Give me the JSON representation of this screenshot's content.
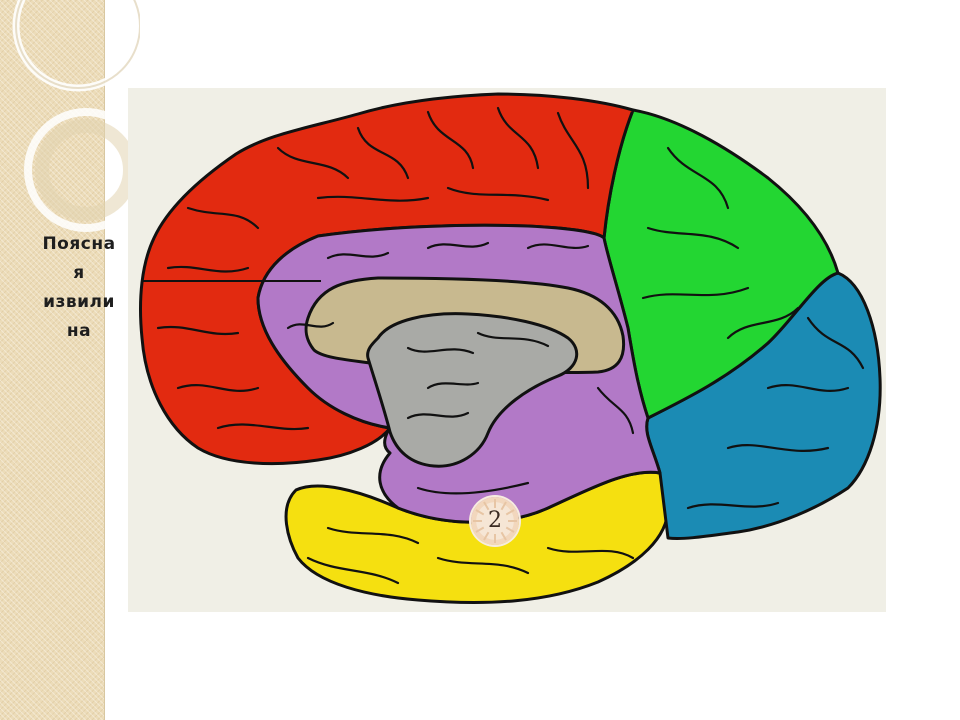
{
  "annotation": {
    "lines": [
      "Поясна",
      "я",
      "извили",
      "на"
    ]
  },
  "marker": {
    "number": "2"
  },
  "colors": {
    "frontal": "#e22a10",
    "parietal": "#23d632",
    "occipital": "#1b8bb4",
    "temporal": "#f5e010",
    "limbic": "#b279c7",
    "corpus": "#c8b98f",
    "deep": "#a9aaa6",
    "background": "#f0efe6",
    "strip": "#ecdcb9"
  }
}
